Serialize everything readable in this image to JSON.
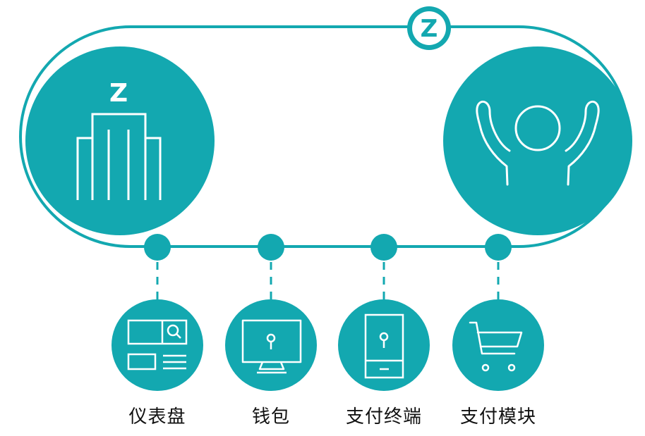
{
  "brand": {
    "logo_letter": "Z",
    "accent_color": "#13a8b0"
  },
  "top_nodes": [
    {
      "icon": "office-building-icon"
    },
    {
      "icon": "person-arms-raised-icon"
    }
  ],
  "modules": [
    {
      "label": "仪表盘",
      "icon": "dashboard-icon"
    },
    {
      "label": "钱包",
      "icon": "monitor-key-icon"
    },
    {
      "label": "支付终端",
      "icon": "mobile-terminal-icon"
    },
    {
      "label": "支付模块",
      "icon": "shopping-cart-icon"
    }
  ]
}
